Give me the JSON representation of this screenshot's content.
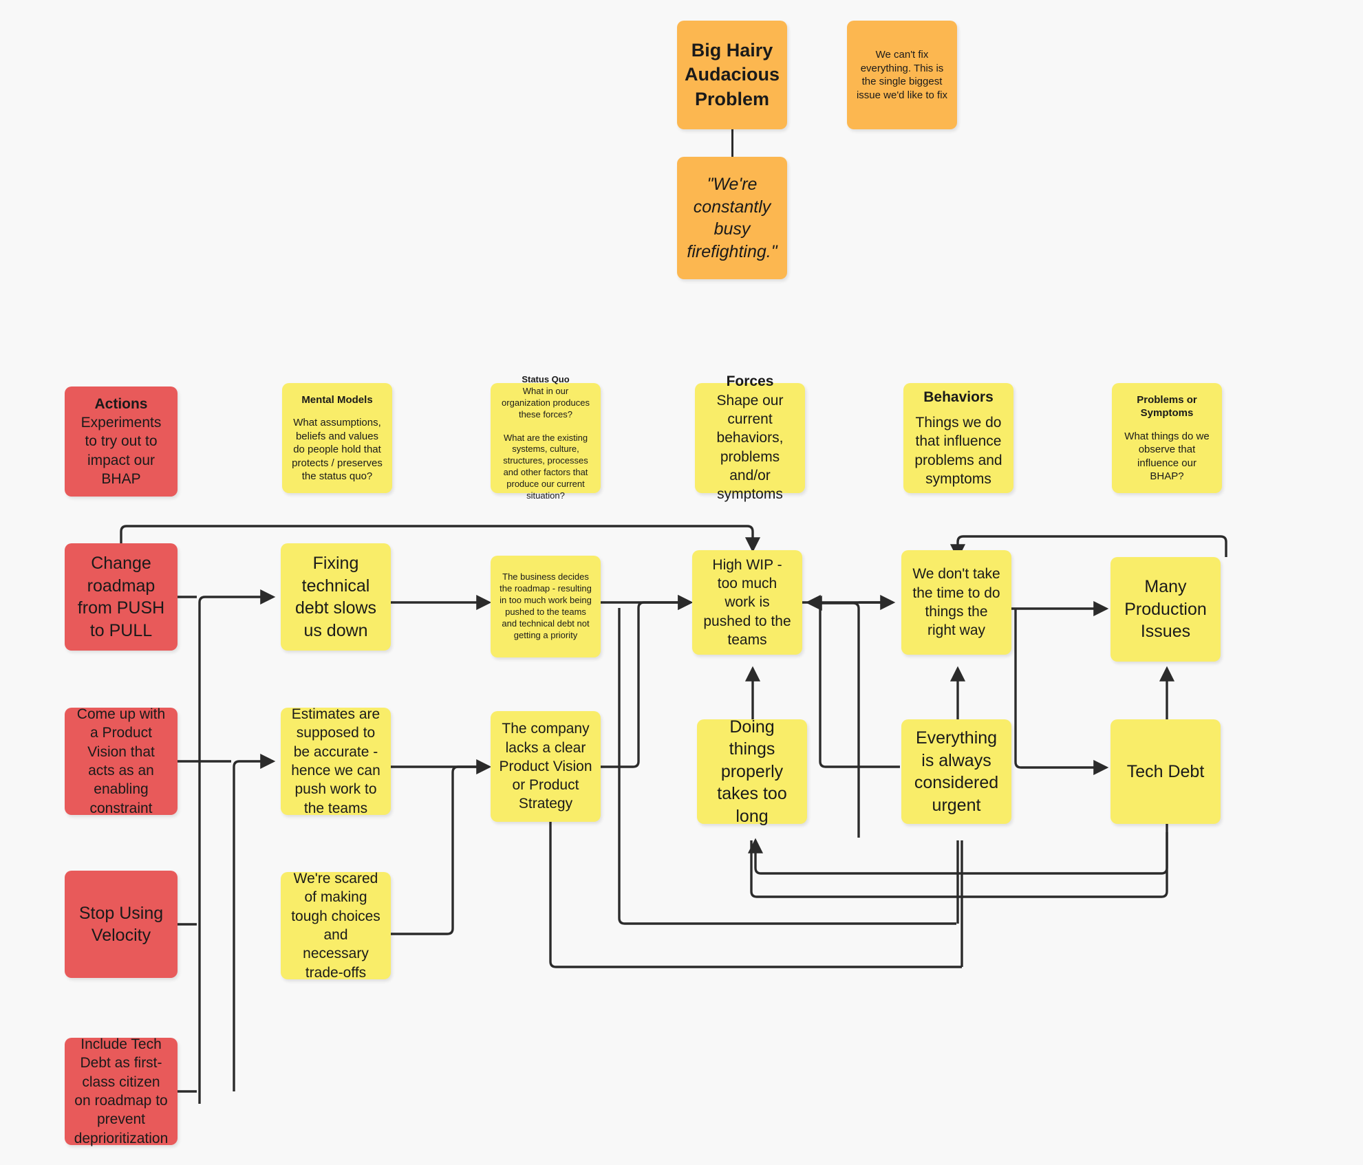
{
  "diagram": {
    "title": "Big Hairy Audacious Problem systems map",
    "background": "#f8f8f8",
    "colors": {
      "yellow": "#f9ed69",
      "red": "#e85a5a",
      "orange": "#fcb750",
      "connector": "#2b2b2b"
    }
  },
  "top": {
    "bhap": "Big Hairy Audacious Problem",
    "bhap_note": "We can't fix everything. This is the single biggest issue we'd like to fix",
    "bhap_quote": "\"We're constantly busy firefighting.\""
  },
  "legend": [
    {
      "key": "actions",
      "title": "Actions",
      "body": "Experiments to try out to impact our BHAP",
      "color": "red"
    },
    {
      "key": "mental-models",
      "title": "Mental Models",
      "body": "What assumptions, beliefs and values do people hold that protects / preserves the status quo?",
      "color": "yellow"
    },
    {
      "key": "status-quo",
      "title": "Status Quo",
      "body": "What in our organization produces these forces?\n\nWhat are the existing systems, culture, structures, processes and other factors that produce our current situation?",
      "color": "yellow"
    },
    {
      "key": "forces",
      "title": "Forces",
      "body": "Shape our current behaviors, problems and/or symptoms",
      "color": "yellow"
    },
    {
      "key": "behaviors",
      "title": "Behaviors",
      "body": "Things we do that influence problems and symptoms",
      "color": "yellow"
    },
    {
      "key": "problems-or-symptoms",
      "title": "Problems or Symptoms",
      "body": "What things do we observe that influence our BHAP?",
      "color": "yellow"
    }
  ],
  "nodes": {
    "change_roadmap": "Change roadmap from PUSH to PULL",
    "product_vision_action": "Come up with a Product Vision that acts as an enabling constraint",
    "stop_velocity": "Stop Using Velocity",
    "include_tech_debt": "Include Tech Debt as first-class citizen on roadmap to prevent deprioritization",
    "fixing_tech_debt": "Fixing technical debt slows us down",
    "estimates_accurate": "Estimates are supposed to be accurate - hence we can push work to the teams",
    "scared_tradeoffs": "We're scared of making tough choices and necessary trade-offs",
    "business_decides": "The business decides the roadmap - resulting in too much work being pushed to the teams and technical debt not getting a priority",
    "lacks_vision": "The company lacks a clear Product Vision or Product Strategy",
    "high_wip": "High WIP - too much work is pushed to the teams",
    "doing_properly": "Doing things properly takes too long",
    "dont_take_time": "We don't take the time to do things the right way",
    "everything_urgent": "Everything is always considered urgent",
    "many_production_issues": "Many Production Issues",
    "tech_debt": "Tech Debt"
  },
  "edges": [
    {
      "from": "change_roadmap",
      "to": "fixing_tech_debt"
    },
    {
      "from": "product_vision_action",
      "to": "estimates_accurate"
    },
    {
      "from": "stop_velocity",
      "to": "fixing_tech_debt"
    },
    {
      "from": "include_tech_debt",
      "to": "estimates_accurate"
    },
    {
      "from": "fixing_tech_debt",
      "to": "business_decides"
    },
    {
      "from": "estimates_accurate",
      "to": "lacks_vision"
    },
    {
      "from": "scared_tradeoffs",
      "to": "lacks_vision"
    },
    {
      "from": "business_decides",
      "to": "high_wip"
    },
    {
      "from": "lacks_vision",
      "to": "high_wip"
    },
    {
      "from": "high_wip",
      "to": "dont_take_time"
    },
    {
      "from": "doing_properly",
      "to": "high_wip"
    },
    {
      "from": "everything_urgent",
      "to": "high_wip"
    },
    {
      "from": "everything_urgent",
      "to": "dont_take_time"
    },
    {
      "from": "dont_take_time",
      "to": "many_production_issues"
    },
    {
      "from": "dont_take_time",
      "to": "tech_debt"
    },
    {
      "from": "tech_debt",
      "to": "many_production_issues"
    },
    {
      "from": "many_production_issues",
      "to": "dont_take_time"
    },
    {
      "from": "many_production_issues",
      "to": "high_wip"
    },
    {
      "from": "tech_debt",
      "to": "doing_properly"
    },
    {
      "from": "tech_debt",
      "to": "everything_urgent"
    },
    {
      "from": "business_decides",
      "to": "change_roadmap_loop"
    },
    {
      "from": "lacks_vision",
      "to": "tech_debt_bottom"
    }
  ]
}
